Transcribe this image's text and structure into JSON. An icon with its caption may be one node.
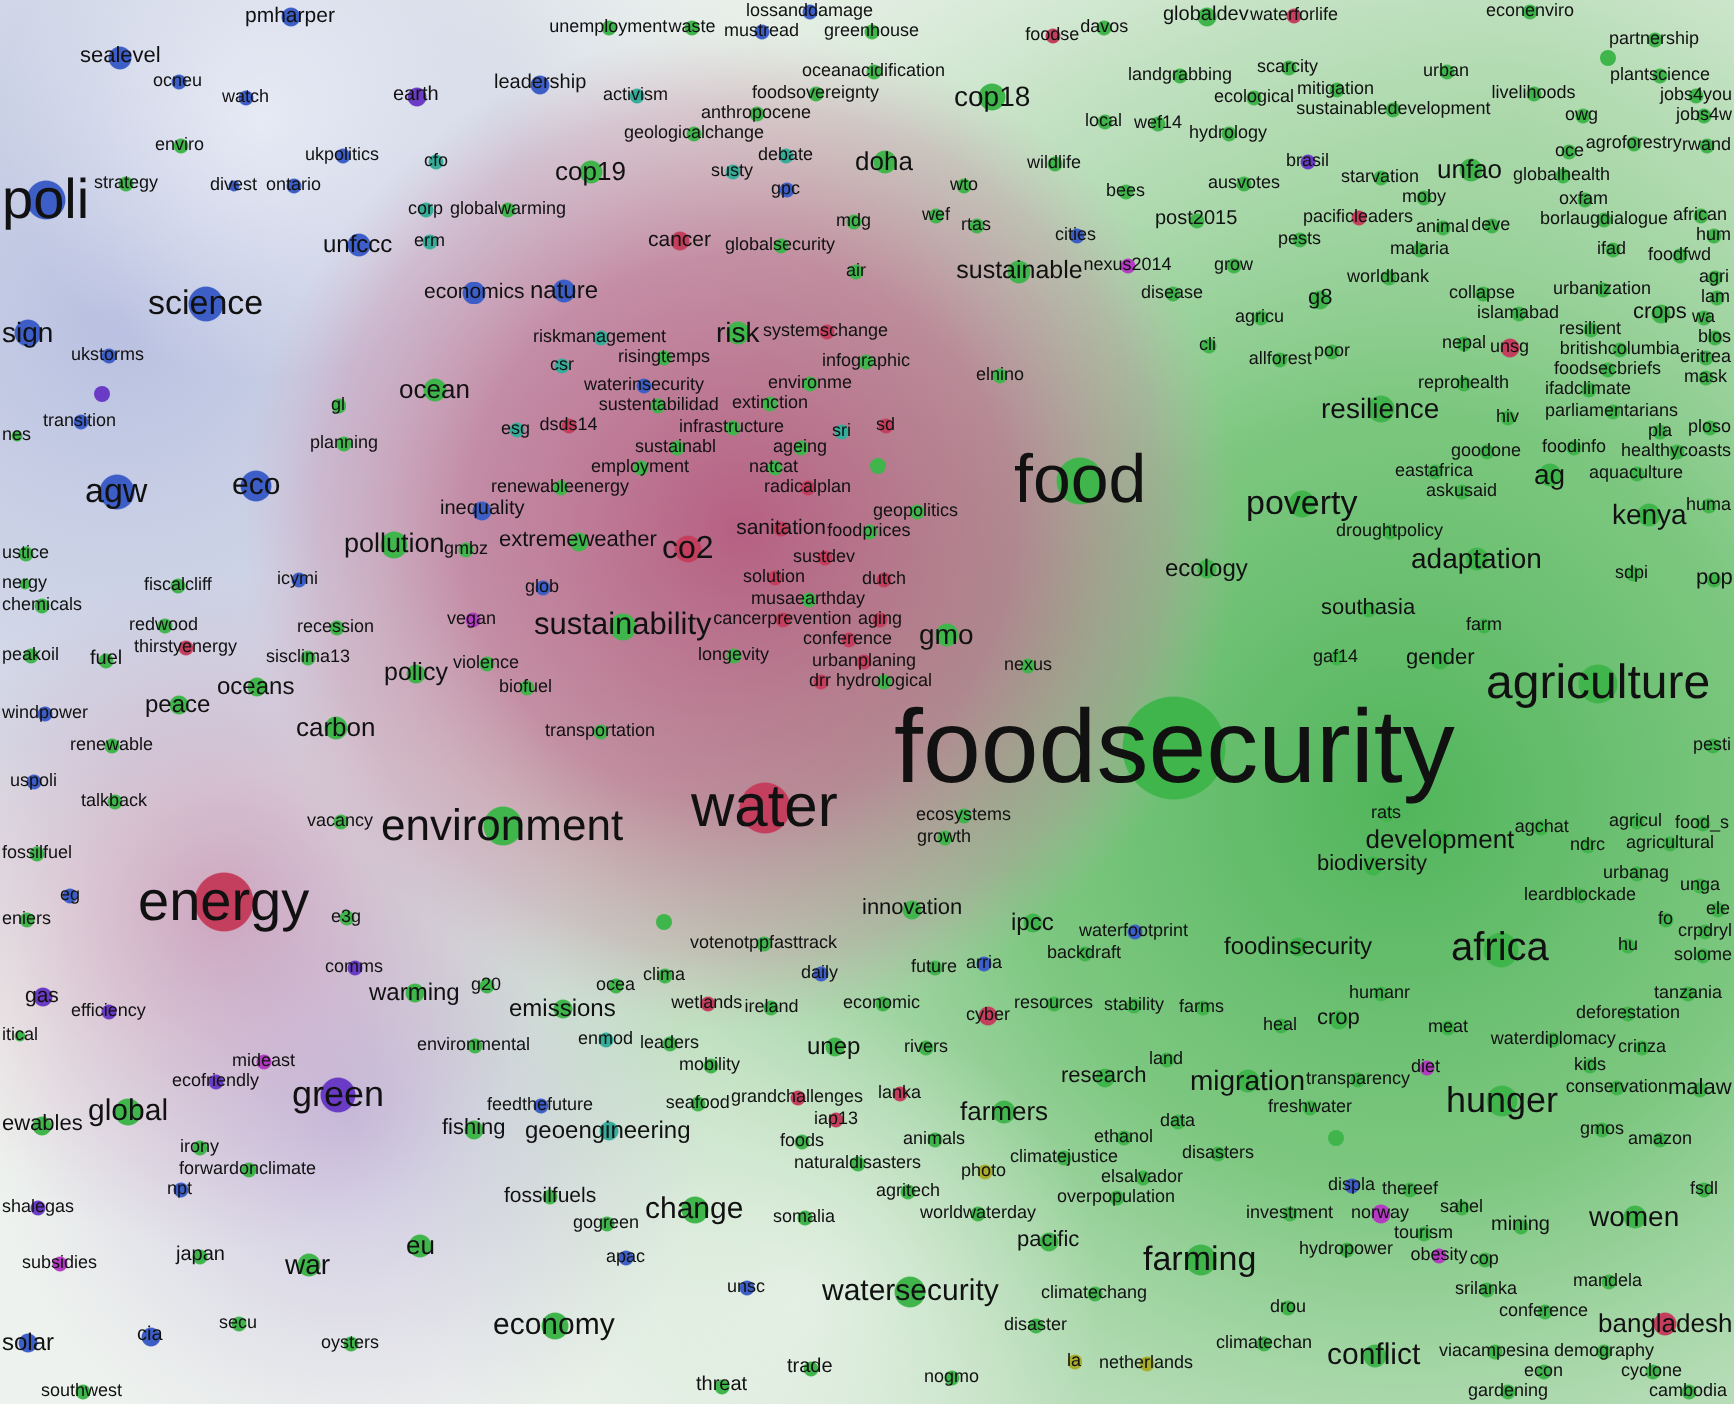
{
  "diagram": {
    "nodes": [
      {
        "text": [
          "lossanddamage"
        ]
      },
      {
        "text": [
          "econenviro"
        ]
      },
      {
        "text": [
          "pmharper"
        ]
      },
      {
        "text": [
          "globaldev"
        ]
      },
      {
        "text": [
          "waterforlife"
        ]
      },
      {
        "text": [
          "mustread"
        ]
      },
      {
        "text": [
          "greenhouse"
        ]
      },
      {
        "text": [
          "unemployment"
        ]
      },
      {
        "text": [
          "waste"
        ]
      },
      {
        "text": [
          "davos"
        ]
      },
      {
        "text": [
          "foodse"
        ]
      },
      {
        "text": [
          "partnership"
        ]
      },
      {
        "text": [
          "sealevel"
        ]
      },
      {
        "text": [],
        "shape": "circle"
      },
      {
        "text": [
          "urban"
        ]
      },
      {
        "text": [
          "landgrabbing"
        ]
      },
      {
        "text": [
          "scarcity"
        ]
      },
      {
        "text": [
          "ocneu"
        ]
      },
      {
        "text": [
          "leadership"
        ]
      },
      {
        "text": [
          "plantscience"
        ]
      },
      {
        "text": [
          "oceanacidification"
        ]
      },
      {
        "text": [
          "jobs4you"
        ]
      },
      {
        "text": [
          "foodsovereignty"
        ]
      },
      {
        "text": [
          "livelihoods"
        ]
      },
      {
        "text": [
          "ecological"
        ]
      },
      {
        "text": [
          "mitigation"
        ]
      },
      {
        "text": [
          "earth"
        ]
      },
      {
        "text": [
          "activism"
        ]
      },
      {
        "text": [
          "cop18"
        ]
      },
      {
        "text": [
          "watch"
        ]
      },
      {
        "text": [
          "sustainabledevelopment"
        ]
      },
      {
        "text": [
          "jobs4w"
        ]
      },
      {
        "text": [
          "anthropocene"
        ]
      },
      {
        "text": [
          "owg"
        ]
      },
      {
        "text": [
          "local"
        ]
      },
      {
        "text": [
          "wef14"
        ]
      },
      {
        "text": [
          "geologicalchange"
        ]
      },
      {
        "text": [
          "hydrology"
        ]
      },
      {
        "text": [
          "debate"
        ]
      },
      {
        "text": [
          "agroforestry"
        ]
      },
      {
        "text": [
          "rwand"
        ]
      },
      {
        "text": [
          "enviro"
        ]
      },
      {
        "text": [
          "oce"
        ]
      },
      {
        "text": [
          "ukpolitics"
        ]
      },
      {
        "text": [
          "cfo"
        ]
      },
      {
        "text": [
          "doha"
        ]
      },
      {
        "text": [
          "brasil"
        ]
      },
      {
        "text": [
          "wildlife"
        ]
      },
      {
        "text": [
          "unfao"
        ]
      },
      {
        "text": [
          "cop19"
        ]
      },
      {
        "text": [
          "susty"
        ]
      },
      {
        "text": [
          "globalhealth"
        ]
      },
      {
        "text": [
          "starvation"
        ]
      },
      {
        "text": [
          "ausvotes"
        ]
      },
      {
        "text": [
          "strategy"
        ]
      },
      {
        "text": [
          "divest"
        ]
      },
      {
        "text": [
          "ontario"
        ]
      },
      {
        "text": [
          "wto"
        ]
      },
      {
        "text": [
          "gpc"
        ]
      },
      {
        "text": [
          "bees"
        ]
      },
      {
        "text": [
          "poli"
        ]
      },
      {
        "text": [
          "oxfam"
        ]
      },
      {
        "text": [
          "moby"
        ]
      },
      {
        "text": [
          "corp"
        ]
      },
      {
        "text": [
          "globalwarming"
        ]
      },
      {
        "text": [
          "pacificleaders"
        ]
      },
      {
        "text": [
          "borlaugdialogue"
        ]
      },
      {
        "text": [
          "african"
        ]
      },
      {
        "text": [
          "wef"
        ]
      },
      {
        "text": [
          "post2015"
        ]
      },
      {
        "text": [
          "mdg"
        ]
      },
      {
        "text": [
          "deve"
        ]
      },
      {
        "text": [
          "rtas"
        ]
      },
      {
        "text": [
          "animal"
        ]
      },
      {
        "text": [
          "pests"
        ]
      },
      {
        "text": [
          "cities"
        ]
      },
      {
        "text": [
          "hum"
        ]
      },
      {
        "text": [
          "cancer"
        ]
      },
      {
        "text": [
          "erm"
        ]
      },
      {
        "text": [
          "unfccc"
        ]
      },
      {
        "text": [
          "globalsecurity"
        ]
      },
      {
        "text": [
          "malaria"
        ]
      },
      {
        "text": [
          "ifad"
        ]
      },
      {
        "text": [
          "foodfwd"
        ]
      },
      {
        "text": [
          "grow"
        ]
      },
      {
        "text": [
          "nexus2014"
        ]
      },
      {
        "text": [
          "air"
        ]
      },
      {
        "text": [
          "sustainable"
        ]
      },
      {
        "text": [
          "agri"
        ]
      },
      {
        "text": [
          "worldbank"
        ]
      },
      {
        "text": [
          "nature"
        ]
      },
      {
        "text": [
          "economics"
        ]
      },
      {
        "text": [
          "disease"
        ]
      },
      {
        "text": [
          "collapse"
        ]
      },
      {
        "text": [
          "urbanization"
        ]
      },
      {
        "text": [
          "g8"
        ]
      },
      {
        "text": [
          "science"
        ]
      },
      {
        "text": [
          "crops"
        ]
      },
      {
        "text": [
          "islamabad"
        ]
      },
      {
        "text": [
          "agricu"
        ]
      },
      {
        "text": [
          "lam"
        ]
      },
      {
        "text": [
          "wa"
        ]
      },
      {
        "text": [
          "blos"
        ]
      },
      {
        "text": [
          "sign"
        ]
      },
      {
        "text": [
          "risk"
        ]
      },
      {
        "text": [
          "systemschange"
        ]
      },
      {
        "text": [
          "riskmanagement"
        ]
      },
      {
        "text": [
          "nepal"
        ]
      },
      {
        "text": [
          "cli"
        ]
      },
      {
        "text": [
          "unsg"
        ]
      },
      {
        "text": [
          "resilient"
        ]
      },
      {
        "text": [
          "britishcolumbia"
        ]
      },
      {
        "text": [
          "eritrea"
        ]
      },
      {
        "text": [
          "poor"
        ]
      },
      {
        "text": [
          "risingtemps"
        ]
      },
      {
        "text": [
          "ukstorms"
        ]
      },
      {
        "text": [
          "allforest"
        ]
      },
      {
        "text": [
          "foodsecbriefs"
        ]
      },
      {
        "text": [
          "mask"
        ]
      },
      {
        "text": [
          "csr"
        ]
      },
      {
        "text": [
          "infographic"
        ]
      },
      {
        "text": [
          "elnino"
        ]
      },
      {
        "text": [
          "environme"
        ]
      },
      {
        "text": [
          "ocean"
        ]
      },
      {
        "text": [],
        "shape": "circle"
      },
      {
        "text": [
          "reprohealth"
        ]
      },
      {
        "text": [
          "ifadclimate"
        ]
      },
      {
        "text": [
          "waterinsecurity"
        ]
      },
      {
        "text": [
          "extinction"
        ]
      },
      {
        "text": [
          "gl"
        ]
      },
      {
        "text": [
          "resilience"
        ]
      },
      {
        "text": [
          "parliamentarians"
        ]
      },
      {
        "text": [
          "hiv"
        ]
      },
      {
        "text": [
          "transition"
        ]
      },
      {
        "text": [
          "sustentabilidad"
        ]
      },
      {
        "text": [
          "dsds14"
        ]
      },
      {
        "text": [
          "sd"
        ]
      },
      {
        "text": [
          "ploso"
        ]
      },
      {
        "text": [
          "esg"
        ]
      },
      {
        "text": [
          "pla"
        ]
      },
      {
        "text": [
          "sri"
        ]
      },
      {
        "text": [
          "nes"
        ]
      },
      {
        "text": [
          "sustainabl"
        ]
      },
      {
        "text": [
          "infrastructure"
        ]
      },
      {
        "text": [
          "planning"
        ]
      },
      {
        "text": [
          "ageing"
        ]
      },
      {
        "text": [
          "goodone"
        ]
      },
      {
        "text": [
          "aquaculture"
        ]
      },
      {
        "text": [
          "foodinfo"
        ]
      },
      {
        "text": [
          "healthycoasts"
        ]
      },
      {
        "text": [
          "employment"
        ]
      },
      {
        "text": [
          "natcat"
        ]
      },
      {
        "text": [],
        "shape": "circle"
      },
      {
        "text": [
          "renewableenergy"
        ]
      },
      {
        "text": [
          "ag"
        ]
      },
      {
        "text": [
          "eastafrica"
        ]
      },
      {
        "text": [
          "radicalplan"
        ]
      },
      {
        "text": [
          "food"
        ]
      },
      {
        "text": [
          "askusaid"
        ]
      },
      {
        "text": [
          "eco"
        ]
      },
      {
        "text": [
          "agw"
        ]
      },
      {
        "text": [
          "huma"
        ]
      },
      {
        "text": [
          "poverty"
        ]
      },
      {
        "text": [
          "inequality"
        ]
      },
      {
        "text": [
          "kenya"
        ]
      },
      {
        "text": [
          "geopolitics"
        ]
      },
      {
        "text": [
          "sanitation"
        ]
      },
      {
        "text": [
          "foodprices"
        ]
      },
      {
        "text": [
          "droughtpolicy"
        ]
      },
      {
        "text": [
          "extremeweather"
        ]
      },
      {
        "text": [
          "pollution"
        ]
      },
      {
        "text": [
          "adaptation"
        ]
      },
      {
        "text": [
          "co2"
        ]
      },
      {
        "text": [
          "gmbz"
        ]
      },
      {
        "text": [
          "ustice"
        ]
      },
      {
        "text": [
          "ecology"
        ]
      },
      {
        "text": [
          "sdpi"
        ]
      },
      {
        "text": [
          "sustdev"
        ]
      },
      {
        "text": [
          "icymi"
        ]
      },
      {
        "text": [
          "pop"
        ]
      },
      {
        "text": [
          "solution"
        ]
      },
      {
        "text": [
          "nergy"
        ]
      },
      {
        "text": [
          "fiscalcliff"
        ]
      },
      {
        "text": [
          "dutch"
        ]
      },
      {
        "text": [
          "glob"
        ]
      },
      {
        "text": [
          "musaearthday"
        ]
      },
      {
        "text": [
          "chemicals"
        ]
      },
      {
        "text": [
          "southasia"
        ]
      },
      {
        "text": [
          "vegan"
        ]
      },
      {
        "text": [
          "cancerprevention"
        ]
      },
      {
        "text": [
          "aging"
        ]
      },
      {
        "text": [
          "conference"
        ]
      },
      {
        "text": [
          "farm"
        ]
      },
      {
        "text": [
          "sustainability"
        ]
      },
      {
        "text": [
          "redwood"
        ]
      },
      {
        "text": [
          "recession"
        ]
      },
      {
        "text": [
          "gmo"
        ]
      },
      {
        "text": [
          "drr"
        ]
      },
      {
        "text": [
          "thirstyenergy"
        ]
      },
      {
        "text": [
          "longevity"
        ]
      },
      {
        "text": [
          "peakoil"
        ]
      },
      {
        "text": [
          "urbanplaning"
        ]
      },
      {
        "text": [
          "sisclima13"
        ]
      },
      {
        "text": [
          "gaf14"
        ]
      },
      {
        "text": [
          "fuel"
        ]
      },
      {
        "text": [
          "gender"
        ]
      },
      {
        "text": [
          "violence"
        ]
      },
      {
        "text": [
          "nexus"
        ]
      },
      {
        "text": [
          "policy"
        ]
      },
      {
        "text": [
          "agriculture"
        ]
      },
      {
        "text": [
          "oceans"
        ]
      },
      {
        "text": [
          "biofuel"
        ]
      },
      {
        "text": [
          "peace"
        ]
      },
      {
        "text": [
          "hydrological"
        ]
      },
      {
        "text": [
          "windpower"
        ]
      },
      {
        "text": [
          "carbon"
        ]
      },
      {
        "text": [
          "transportation"
        ]
      },
      {
        "text": [
          "renewable"
        ]
      },
      {
        "text": [
          "pesti"
        ]
      },
      {
        "text": [
          "foodsecurity"
        ]
      },
      {
        "text": [
          "ecosystems"
        ]
      },
      {
        "text": [
          "uspoli"
        ]
      },
      {
        "text": [
          "talkback"
        ]
      },
      {
        "text": [
          "development"
        ]
      },
      {
        "text": [
          "water"
        ]
      },
      {
        "text": [
          "rats"
        ]
      },
      {
        "text": [
          "vacancy"
        ]
      },
      {
        "text": [
          "growth"
        ]
      },
      {
        "text": [
          "agricul"
        ]
      },
      {
        "text": [
          "food_s"
        ]
      },
      {
        "text": [
          "environment"
        ]
      },
      {
        "text": [
          "agchat"
        ]
      },
      {
        "text": [
          "agricultural"
        ]
      },
      {
        "text": [
          "ndrc"
        ]
      },
      {
        "text": [
          "biodiversity"
        ]
      },
      {
        "text": [
          "fossilfuel"
        ]
      },
      {
        "text": [
          "urbanag"
        ]
      },
      {
        "text": [
          "unga"
        ]
      },
      {
        "text": [
          "leardblockade"
        ]
      },
      {
        "text": [
          "eg"
        ]
      },
      {
        "text": [
          "energy"
        ]
      },
      {
        "text": [
          "innovation"
        ]
      },
      {
        "text": [
          "e3g"
        ]
      },
      {
        "text": [
          "eniers"
        ]
      },
      {
        "text": [
          "fo"
        ]
      },
      {
        "text": [
          "ele"
        ]
      },
      {
        "text": [],
        "shape": "circle"
      },
      {
        "text": [
          "ipcc"
        ]
      },
      {
        "text": [
          "crpdryl"
        ]
      },
      {
        "text": [
          "waterfootprint"
        ]
      },
      {
        "text": [
          "votenotppfasttrack"
        ]
      },
      {
        "text": [
          "hu"
        ]
      },
      {
        "text": [
          "foodinsecurity"
        ]
      },
      {
        "text": [
          "africa"
        ]
      },
      {
        "text": [
          "backdraft"
        ]
      },
      {
        "text": [
          "solome"
        ]
      },
      {
        "text": [
          "arria"
        ]
      },
      {
        "text": [
          "future"
        ]
      },
      {
        "text": [
          "daily"
        ]
      },
      {
        "text": [
          "comms"
        ]
      },
      {
        "text": [
          "clima"
        ]
      },
      {
        "text": [
          "g20"
        ]
      },
      {
        "text": [
          "warming"
        ]
      },
      {
        "text": [
          "humanr"
        ]
      },
      {
        "text": [
          "gas"
        ]
      },
      {
        "text": [
          "tanzania"
        ]
      },
      {
        "text": [
          "ocea"
        ]
      },
      {
        "text": [
          "emissions"
        ]
      },
      {
        "text": [
          "wetlands"
        ]
      },
      {
        "text": [
          "economic"
        ]
      },
      {
        "text": [
          "resources"
        ]
      },
      {
        "text": [
          "stability"
        ]
      },
      {
        "text": [
          "ireland"
        ]
      },
      {
        "text": [
          "farms"
        ]
      },
      {
        "text": [
          "efficiency"
        ]
      },
      {
        "text": [
          "deforestation"
        ]
      },
      {
        "text": [
          "cyber"
        ]
      },
      {
        "text": [
          "crop"
        ]
      },
      {
        "text": [
          "heal"
        ]
      },
      {
        "text": [
          "meat"
        ]
      },
      {
        "text": [
          "itical"
        ]
      },
      {
        "text": [
          "enmod"
        ]
      },
      {
        "text": [
          "waterdiplomacy"
        ]
      },
      {
        "text": [
          "environmental"
        ]
      },
      {
        "text": [
          "unep"
        ]
      },
      {
        "text": [
          "leaders"
        ]
      },
      {
        "text": [
          "rivers"
        ]
      },
      {
        "text": [
          "crinza"
        ]
      },
      {
        "text": [
          "land"
        ]
      },
      {
        "text": [
          "mobility"
        ]
      },
      {
        "text": [
          "kids"
        ]
      },
      {
        "text": [
          "diet"
        ]
      },
      {
        "text": [
          "mideast"
        ]
      },
      {
        "text": [
          "ecofriendly"
        ]
      },
      {
        "text": [
          "research"
        ]
      },
      {
        "text": [
          "transparency"
        ]
      },
      {
        "text": [
          "migration"
        ]
      },
      {
        "text": [
          "conservation"
        ]
      },
      {
        "text": [
          "malaw"
        ]
      },
      {
        "text": [
          "lanka"
        ]
      },
      {
        "text": [
          "green"
        ]
      },
      {
        "text": [
          "freshwater"
        ]
      },
      {
        "text": [
          "hunger"
        ]
      },
      {
        "text": [
          "grandchallenges"
        ]
      },
      {
        "text": [
          "seafood"
        ]
      },
      {
        "text": [
          "global"
        ]
      },
      {
        "text": [
          "farmers"
        ]
      },
      {
        "text": [
          "feedthefuture"
        ]
      },
      {
        "text": [
          "iap13"
        ]
      },
      {
        "text": [
          "data"
        ]
      },
      {
        "text": [
          "geoengineering"
        ]
      },
      {
        "text": [
          "ewables"
        ]
      },
      {
        "text": [
          "fishing"
        ]
      },
      {
        "text": [
          "gmos"
        ]
      },
      {
        "text": [],
        "shape": "circle"
      },
      {
        "text": [
          "ethanol"
        ]
      },
      {
        "text": [
          "animals"
        ]
      },
      {
        "text": [
          "amazon"
        ]
      },
      {
        "text": [
          "foods"
        ]
      },
      {
        "text": [
          "disasters"
        ]
      },
      {
        "text": [
          "irony"
        ]
      },
      {
        "text": [
          "climatejustice"
        ]
      },
      {
        "text": [
          "naturaldisasters"
        ]
      },
      {
        "text": [
          "forwardonclimate"
        ]
      },
      {
        "text": [
          "photo"
        ]
      },
      {
        "text": [
          "elsalvador"
        ]
      },
      {
        "text": [
          "displa"
        ]
      },
      {
        "text": [
          "npt"
        ]
      },
      {
        "text": [
          "thereef"
        ]
      },
      {
        "text": [
          "fsdl"
        ]
      },
      {
        "text": [
          "agritech"
        ]
      },
      {
        "text": [
          "fossilfuels"
        ]
      },
      {
        "text": [
          "overpopulation"
        ]
      },
      {
        "text": [
          "shalegas"
        ]
      },
      {
        "text": [
          "sahel"
        ]
      },
      {
        "text": [
          "change"
        ]
      },
      {
        "text": [
          "worldwaterday"
        ]
      },
      {
        "text": [
          "investment"
        ]
      },
      {
        "text": [
          "women"
        ]
      },
      {
        "text": [
          "somalia"
        ]
      },
      {
        "text": [
          "norway"
        ]
      },
      {
        "text": [
          "gogreen"
        ]
      },
      {
        "text": [
          "tourism"
        ]
      },
      {
        "text": [
          "mining"
        ]
      },
      {
        "text": [
          "pacific"
        ]
      },
      {
        "text": [
          "eu"
        ]
      },
      {
        "text": [
          "hydropower"
        ]
      },
      {
        "text": [
          "obesity"
        ]
      },
      {
        "text": [
          "japan"
        ]
      },
      {
        "text": [
          "apac"
        ]
      },
      {
        "text": [
          "cop"
        ]
      },
      {
        "text": [
          "farming"
        ]
      },
      {
        "text": [
          "subsidies"
        ]
      },
      {
        "text": [
          "war"
        ]
      },
      {
        "text": [
          "mandela"
        ]
      },
      {
        "text": [
          "unsc"
        ]
      },
      {
        "text": [
          "watersecurity"
        ]
      },
      {
        "text": [
          "climatechang"
        ]
      },
      {
        "text": [
          "srilanka"
        ]
      },
      {
        "text": [
          "conference"
        ]
      },
      {
        "text": [
          "drou"
        ]
      },
      {
        "text": [
          "bangladesh"
        ]
      },
      {
        "text": [
          "secu"
        ]
      },
      {
        "text": [
          "economy"
        ]
      },
      {
        "text": [
          "disaster"
        ]
      },
      {
        "text": [
          "cia"
        ]
      },
      {
        "text": [
          "solar"
        ]
      },
      {
        "text": [
          "oysters"
        ]
      },
      {
        "text": [
          "climatechan"
        ]
      },
      {
        "text": [
          "viacampesina"
        ]
      },
      {
        "text": [
          "conflict"
        ]
      },
      {
        "text": [
          "demography"
        ]
      },
      {
        "text": [
          "la"
        ]
      },
      {
        "text": [
          "netherlands"
        ]
      },
      {
        "text": [
          "econ"
        ]
      },
      {
        "text": [
          "trade"
        ]
      },
      {
        "text": [
          "cyclone"
        ]
      },
      {
        "text": [
          "nogmo"
        ]
      },
      {
        "text": [
          "threat"
        ]
      },
      {
        "text": [
          "cambodia"
        ]
      },
      {
        "text": [
          "gardening"
        ]
      },
      {
        "text": [
          "southwest"
        ]
      }
    ]
  }
}
